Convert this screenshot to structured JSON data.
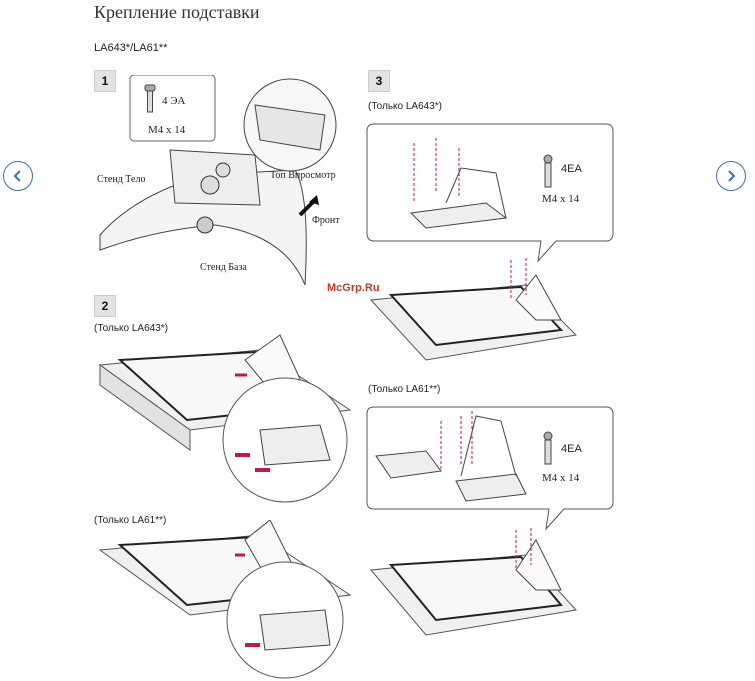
{
  "title": "Крепление подставки",
  "model": "LA643*/LA61**",
  "steps": [
    "1",
    "2",
    "3"
  ],
  "step1": {
    "screw_qty": "4 ЭА",
    "screw_size": "M4 x 14",
    "label_body": "Стенд Тело",
    "label_base": "Стенд База",
    "label_topview": "Топ Впросмотр",
    "label_front": "Фронт"
  },
  "step2": {
    "note_a": "(Только LA643*)",
    "note_b": "(Только LA61**)"
  },
  "step3": {
    "note_a": "(Только LA643*)",
    "note_b": "(Только LA61**)",
    "screw_qty_a": "4EA",
    "screw_size_a": "M4 x 14",
    "screw_qty_b": "4EA",
    "screw_size_b": "M4 x 14"
  },
  "watermark": "McGrp.Ru",
  "nav": {
    "prev_icon": "chevron-left-icon",
    "next_icon": "chevron-right-icon"
  }
}
